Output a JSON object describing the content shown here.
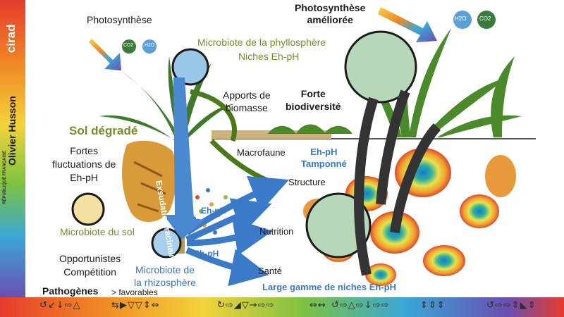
{
  "sidebar": {
    "author": "Olivier Husson",
    "brand": "cirad",
    "republic": "RÉPUBLIQUE FRANÇAISE"
  },
  "labels": {
    "photosynthese": "Photosynthèse",
    "photosynthese_amelioree": "Photosynthèse\naméliorée",
    "co2": "CO2",
    "h2o": "H2O",
    "microbiote_phyllosphere": "Microbiote de la phyllosphère",
    "niches_eh_ph": "Niches Eh-pH",
    "apports_biomasse": "Apports de\nbiomasse",
    "forte_biodiversite": "Forte\nbiodiversité",
    "sol_degrade": "Sol dégradé",
    "exsudation_racinaire": "Exsudation racinaire",
    "fortes_fluctuations": "Fortes\nfluctuations de\nEh-pH",
    "macrofaune": "Macrofaune",
    "eh_ph_tamponne": "Eh-pH\nTamponné",
    "structure": "Structure",
    "eh_ph_1": "Eh-pH",
    "eh_ph_2": "Eh-pH",
    "nutrition": "Nutrition",
    "microbiote_sol": "Microbiote du sol",
    "opportunistes": "Opportunistes\nCompétition",
    "microbiote_rhizosphere": "Microbiote de\nla rhizosphère",
    "sante": "Santé",
    "large_gamme": "Large gamme de niches Eh-pH",
    "pathogenes": "Pathogènes",
    "favorables": "> favorables"
  },
  "toolbar": {
    "group1": "↺↙↓⇨△",
    "group2": "⇆▶▽▽⇕⇔",
    "group3": "↻⇨◢▽→⇨⇨",
    "group4": "⇔↔",
    "group5": "↺⇨△⇨↓⇨⇨",
    "group6": "⇕⇕⇕",
    "group7": "↺⇨⇨⇕◣⇕"
  },
  "colors": {
    "olive": "#7a8a2a",
    "blue": "#3a78c0",
    "arrow_dark": "#333333",
    "arrow_green": "#4a7a1a"
  }
}
